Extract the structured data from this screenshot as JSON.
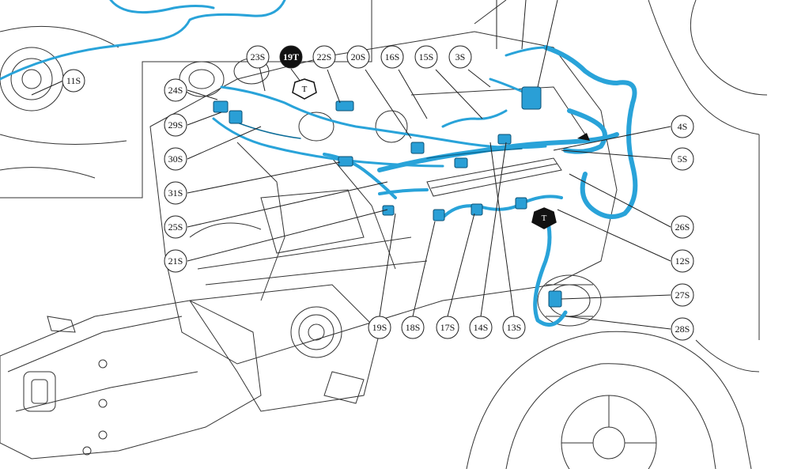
{
  "diagram": {
    "accent_color": "#29a3d9",
    "callouts": [
      {
        "id": "11S"
      },
      {
        "id": "23S"
      },
      {
        "id": "19T",
        "filled": true
      },
      {
        "id": "22S"
      },
      {
        "id": "20S"
      },
      {
        "id": "16S"
      },
      {
        "id": "15S"
      },
      {
        "id": "3S"
      },
      {
        "id": "24S"
      },
      {
        "id": "29S"
      },
      {
        "id": "30S"
      },
      {
        "id": "31S"
      },
      {
        "id": "25S"
      },
      {
        "id": "21S"
      },
      {
        "id": "4S"
      },
      {
        "id": "5S"
      },
      {
        "id": "26S"
      },
      {
        "id": "12S"
      },
      {
        "id": "27S"
      },
      {
        "id": "28S"
      },
      {
        "id": "19S"
      },
      {
        "id": "18S"
      },
      {
        "id": "17S"
      },
      {
        "id": "14S"
      },
      {
        "id": "13S"
      }
    ],
    "markers": [
      {
        "label": "T"
      },
      {
        "label": "T"
      }
    ]
  }
}
